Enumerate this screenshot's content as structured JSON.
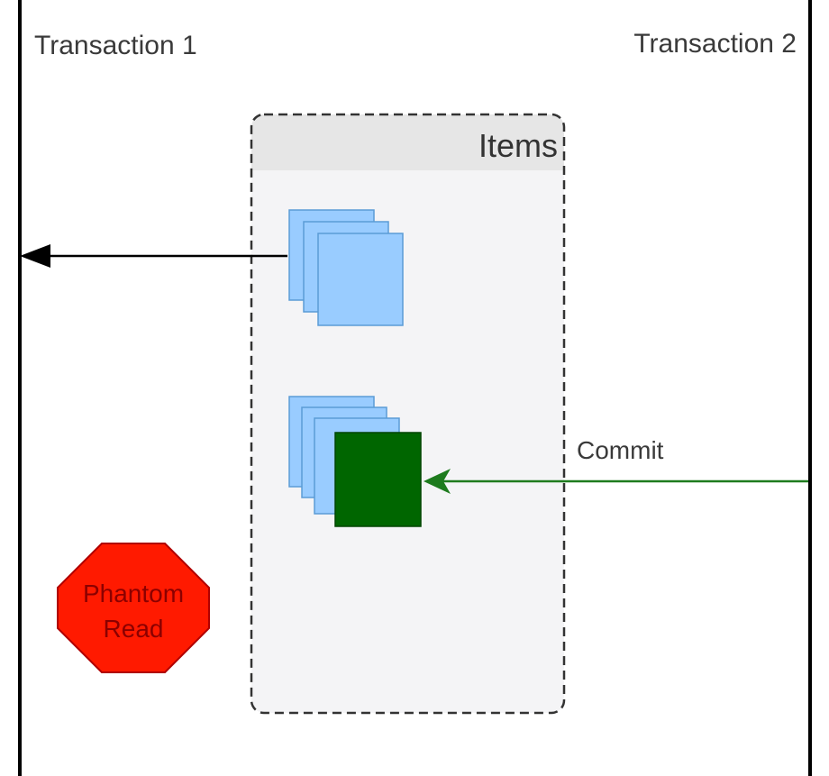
{
  "lifelines": {
    "left_label": "Transaction 1",
    "right_label": "Transaction 2"
  },
  "container": {
    "title": "Items"
  },
  "edges": {
    "commit_label": "Commit"
  },
  "badge": {
    "line1": "Phantom",
    "line2": "Read"
  },
  "colors": {
    "item_fill": "#99CCFF",
    "item_stroke": "#5B9BD5",
    "new_item_fill": "#006600",
    "commit_arrow": "#1E7B1E",
    "read_arrow": "#000000",
    "badge_fill": "#FF1A00",
    "badge_stroke": "#B00000",
    "badge_text": "#8B0000",
    "container_fill": "#F4F4F6",
    "container_header": "#E6E6E6"
  }
}
